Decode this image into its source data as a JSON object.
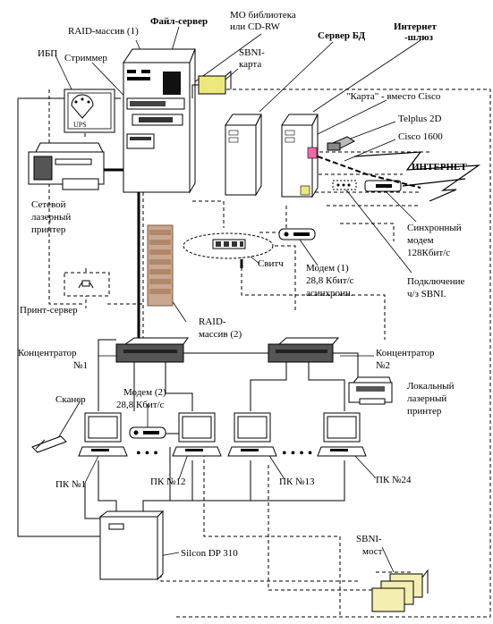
{
  "labels": {
    "raid1": "RAID-массив (1)",
    "file_server": "Файл-сервер",
    "mo_line1": "МО библиотека",
    "mo_line2": "или CD-RW",
    "db_server": "Сервер БД",
    "inet_gw_line1": "Интернет",
    "inet_gw_line2": "-шлюз",
    "ups_label": "ИБП",
    "streamer": "Стриммер",
    "sbni_card_line1": "SBNI-",
    "sbni_card_line2": "карта",
    "ups_text": "UPS",
    "karta_instead_cisco": "\"Карта\" - вместо Cisco",
    "telplus": "Telplus 2D",
    "cisco": "Cisco 1600",
    "internet": "ИНТЕРНЕТ",
    "net_printer_line1": "Сетевой",
    "net_printer_line2": "лазерный",
    "net_printer_line3": "принтер",
    "sync_modem_line1": "Синхронный",
    "sync_modem_line2": "модем",
    "sync_modem_line3": "128Кбит/с",
    "switch": "Свитч",
    "modem1_line1": "Модем (1)",
    "modem1_line2": "28,8 Кбит/с",
    "modem1_line3": "асинхронн.",
    "sbni_conn_line1": "Подключение",
    "sbni_conn_line2": "ч/з SBNI.",
    "print_server": "Принт-сервер",
    "raid2_line1": "RAID-",
    "raid2_line2": "массив (2)",
    "hub1_line1": "Концентратор",
    "hub1_line2": "№1",
    "hub2_line1": "Концентратор",
    "hub2_line2": "№2",
    "local_printer_line1": "Локальный",
    "local_printer_line2": "лазерный",
    "local_printer_line3": "принтер",
    "scanner": "Сканер",
    "modem2_line1": "Модем (2)",
    "modem2_line2": "28,8 Кбит/с",
    "pc1": "ПК №1",
    "pc12": "ПК №12",
    "pc13": "ПК №13",
    "pc24": "ПК №24",
    "sbni_bridge_line1": "SBNI-",
    "sbni_bridge_line2": "мост",
    "silcon": "Silcon DP 310",
    "dots1": "• • •",
    "dots2": "• • • •"
  },
  "colors": {
    "line": "#000000",
    "raid_fill": "#c8a890",
    "bridge_fill": "#f4eeb0",
    "card_fill": "#ece87c",
    "cisco_pink": "#f06aa8",
    "underline": "#d02020"
  }
}
